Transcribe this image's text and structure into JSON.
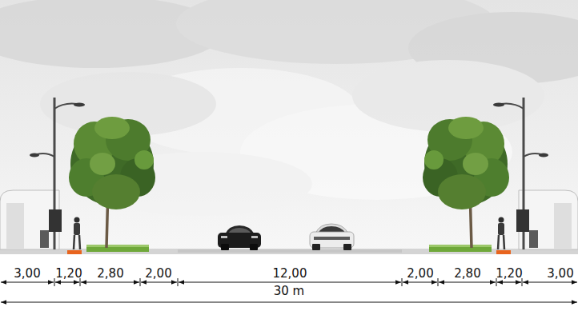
{
  "diagram": {
    "labels": [
      "3,00",
      "1,20",
      "2,80",
      "2,00",
      "12,00",
      "2,00",
      "2,80",
      "1,20",
      "3,00",
      "30 m"
    ]
  }
}
